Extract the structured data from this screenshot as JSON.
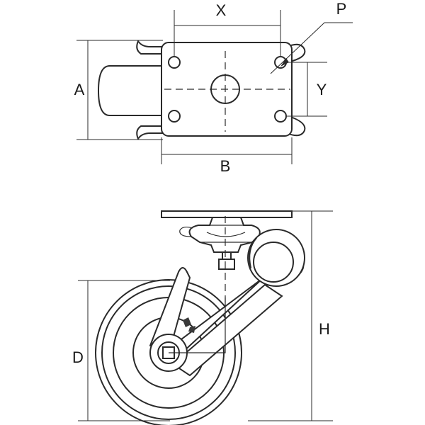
{
  "labels": {
    "x": "X",
    "p": "P",
    "y": "Y",
    "a": "A",
    "b": "B",
    "h": "H",
    "d": "D"
  }
}
